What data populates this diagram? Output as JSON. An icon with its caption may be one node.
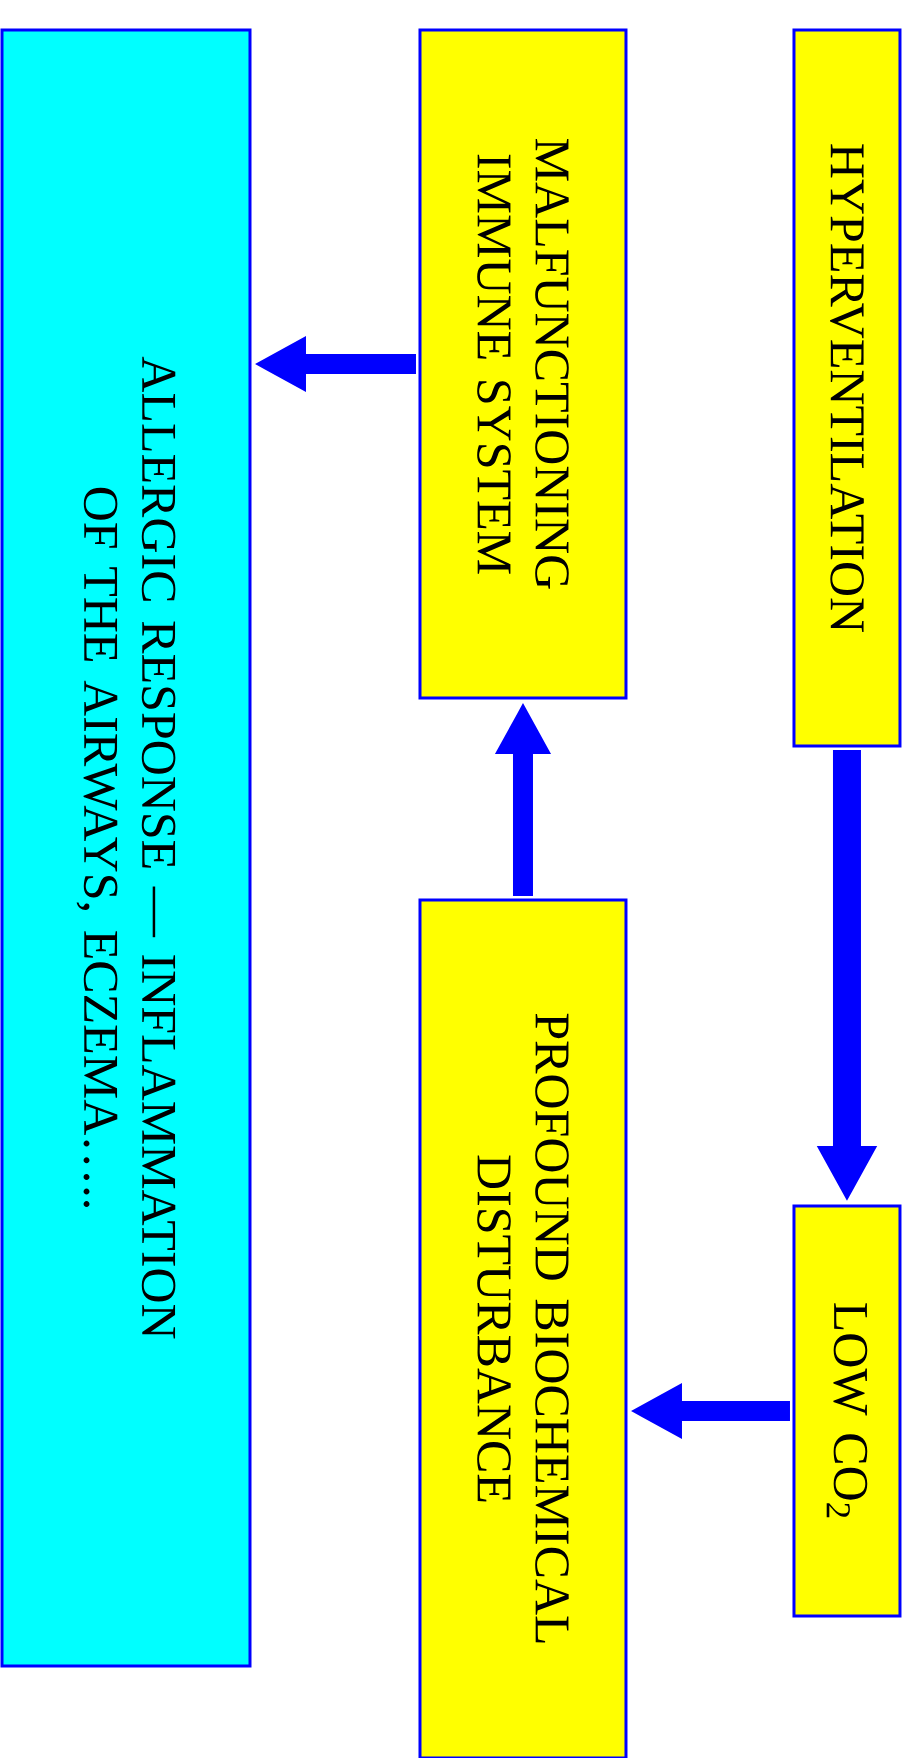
{
  "diagram": {
    "nodes": [
      {
        "text": [
          "HYPERVENTILATION"
        ]
      },
      {
        "text": [
          "LOW CO$_{2}$"
        ]
      },
      {
        "text": [
          "PROFOUND BIOCHEMICAL DISTURBANCE"
        ]
      },
      {
        "text": [
          "MALFUNCTIONING IMMUNE SYSTEM"
        ]
      },
      {
        "text": [
          "ALLERGIC RESPONSE — INFLAMMATION OF THE AIRWAYS, ECZEMA….."
        ]
      }
    ],
    "edges": [
      {
        "from": 0,
        "to": 1,
        "arrow": "to"
      },
      {
        "from": 1,
        "to": 2,
        "arrow": "to"
      },
      {
        "from": 2,
        "to": 3,
        "arrow": "to"
      },
      {
        "from": 3,
        "to": 4,
        "arrow": "to"
      }
    ]
  }
}
